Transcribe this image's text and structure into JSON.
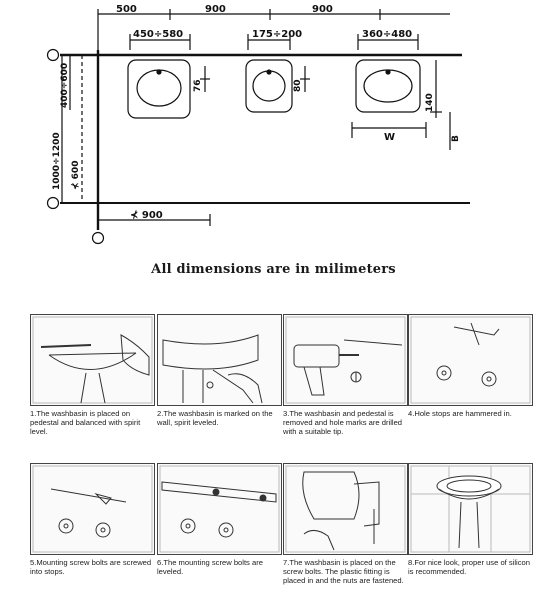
{
  "plan": {
    "top_dims": [
      "500",
      "900",
      "900"
    ],
    "basin_dims": [
      "450÷580",
      "175÷200",
      "360÷480"
    ],
    "vertical_dims": [
      "76",
      "80",
      "140",
      "B"
    ],
    "width_label": "W",
    "left_dims": [
      "1000÷1200",
      "⊀ 600",
      "400÷600"
    ],
    "bottom_dim": "⊀ 900"
  },
  "note": "All dimensions are in milimeters",
  "steps": [
    {
      "caption": "1.The washbasin is placed on pedestal and balanced with spirit level."
    },
    {
      "caption": "2.The washbasin is marked on the wall, spirit leveled."
    },
    {
      "caption": "3.The washbasin and pedestal is removed and hole marks are drilled with a suitable tip."
    },
    {
      "caption": "4.Hole stops are hammered in."
    },
    {
      "caption": "5.Mounting screw bolts are screwed into stops."
    },
    {
      "caption": "6.The mounting screw bolts are leveled."
    },
    {
      "caption": "7.The washbasin is placed on the screw bolts. The plastic fitting is placed in and the nuts are fastened."
    },
    {
      "caption": "8.For nice look, proper use of silicon is recommended."
    }
  ]
}
